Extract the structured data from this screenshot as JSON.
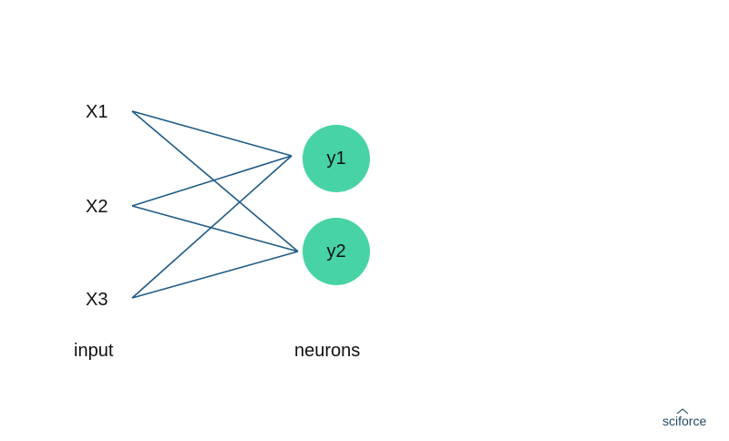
{
  "inputs": [
    {
      "id": "x1",
      "label": "X1"
    },
    {
      "id": "x2",
      "label": "X2"
    },
    {
      "id": "x3",
      "label": "X3"
    }
  ],
  "neurons": [
    {
      "id": "y1",
      "label": "y1"
    },
    {
      "id": "y2",
      "label": "y2"
    }
  ],
  "connections": [
    [
      "x1",
      "y1"
    ],
    [
      "x1",
      "y2"
    ],
    [
      "x2",
      "y1"
    ],
    [
      "x2",
      "y2"
    ],
    [
      "x3",
      "y1"
    ],
    [
      "x3",
      "y2"
    ]
  ],
  "captions": {
    "input": "input",
    "neurons": "neurons"
  },
  "brand": {
    "logo_text": "sciforce"
  },
  "colors": {
    "neuron_fill": "#47d3a5",
    "connection_stroke": "#1f5b87",
    "text": "#111111",
    "logo": "#1f4a63"
  }
}
